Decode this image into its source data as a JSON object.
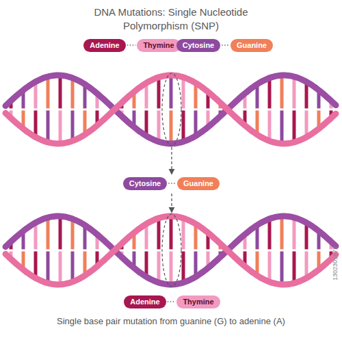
{
  "diagram": {
    "title": "DNA Mutations: Single Nucleotide Polymorphism (SNP)",
    "caption": "Single base pair mutation from guanine (G) to adenine (A)",
    "nodes": [
      {
        "text": [
          "Adenine"
        ]
      },
      {
        "text": [
          "Thymine"
        ]
      },
      {
        "text": [
          "Cytosine"
        ]
      },
      {
        "text": [
          "Guanine"
        ]
      },
      {
        "text": [
          "Cytosine"
        ]
      },
      {
        "text": [
          "Guanine"
        ]
      },
      {
        "text": [
          "Adenine"
        ]
      },
      {
        "text": [
          "Thymine"
        ]
      }
    ],
    "edges": [
      {
        "from": 0,
        "to": 1,
        "arrow": "none"
      },
      {
        "from": 2,
        "to": 3,
        "arrow": "none"
      },
      {
        "from": 4,
        "to": 5,
        "arrow": "none"
      },
      {
        "from": 6,
        "to": 7,
        "arrow": "none"
      }
    ],
    "labels": [
      "1302301872"
    ]
  }
}
